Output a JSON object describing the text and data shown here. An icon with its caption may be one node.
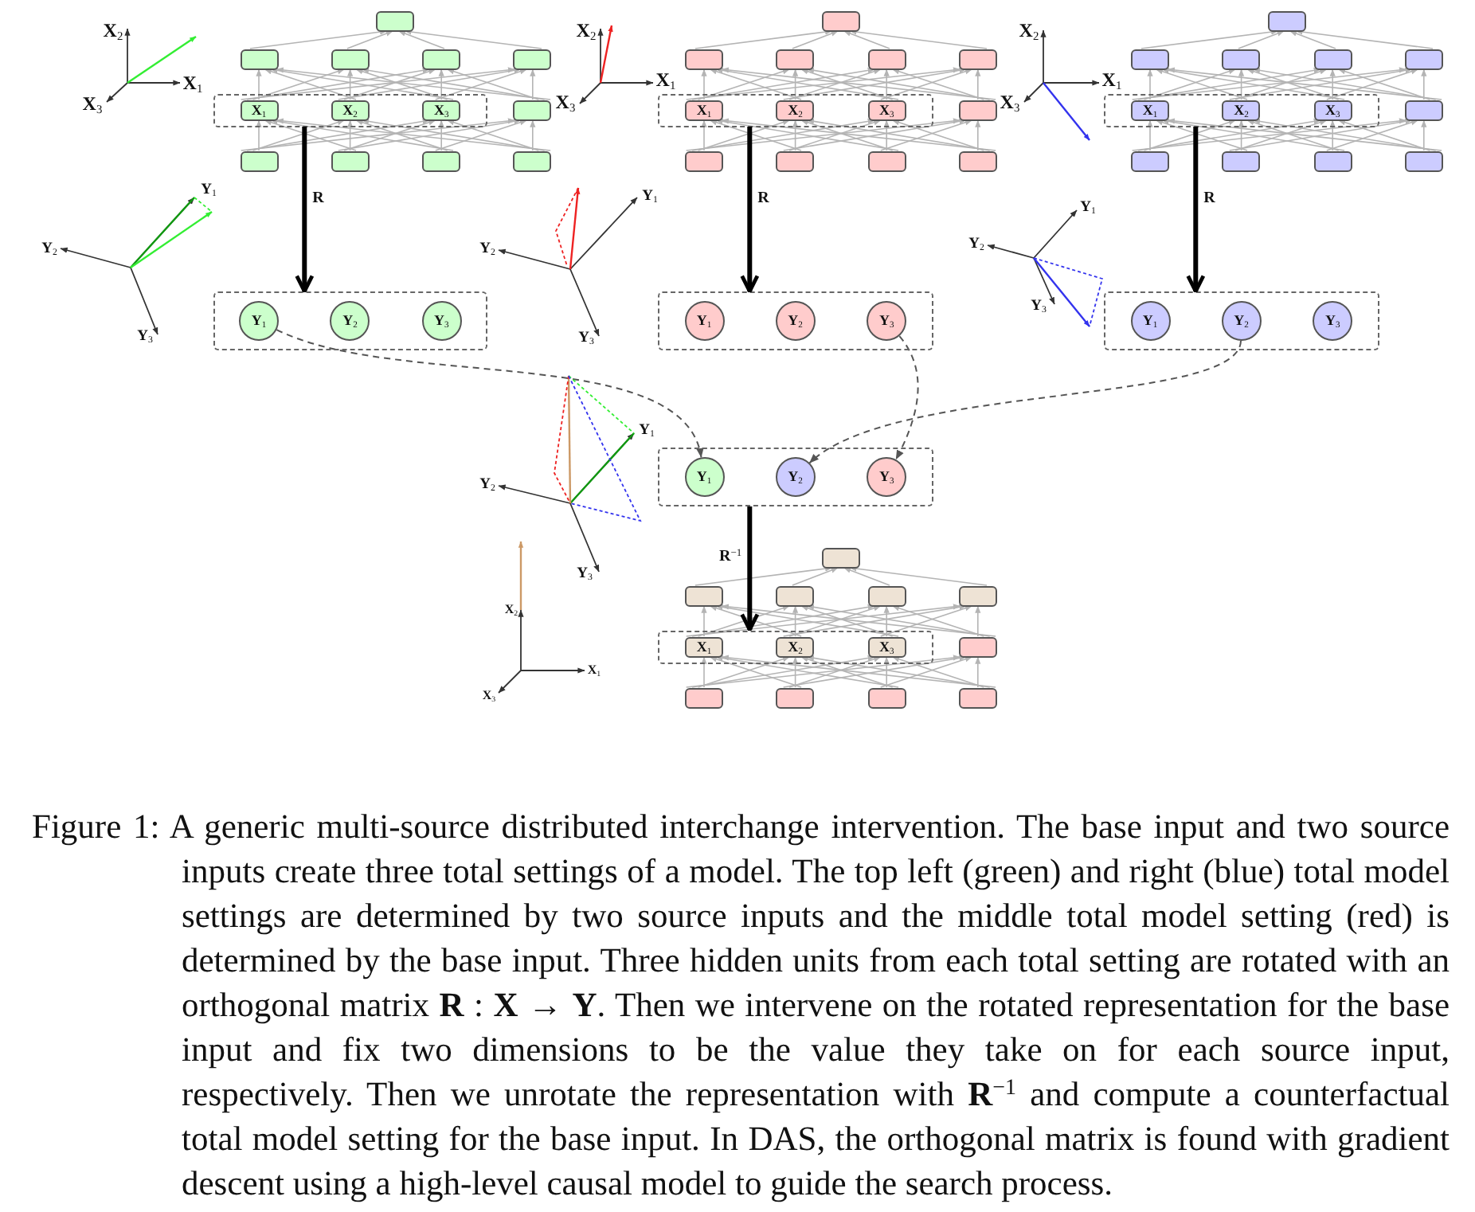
{
  "diagram": {
    "caption": "Figure 1: A generic multi-source distributed interchange intervention. The base input and two source inputs create three total settings of a model. The top left (green) and right (blue) total model settings are determined by two source inputs and the middle total model setting (red) is determined by the base input. Three hidden units from each total setting are rotated with an orthogonal matrix **R** : **X** → **Y**. Then we intervene on the rotated representation for the base input and fix two dimensions to be the value they take on for each source input, respectively. Then we unrotate the representation with **R**$^{−1}$ and compute a counterfactual total model setting for the base input. In DAS, the orthogonal matrix is found with gradient descent using a high-level causal model to guide the search process.",
    "nodes": [
      {
        "text": [],
        "shape": "box"
      },
      {
        "text": [],
        "shape": "box"
      },
      {
        "text": [],
        "shape": "box"
      },
      {
        "text": [],
        "shape": "box"
      },
      {
        "text": [],
        "shape": "box"
      },
      {
        "text": [],
        "shape": "box"
      },
      {
        "text": [
          "X$_{1}$"
        ],
        "in": 5
      },
      {
        "text": [
          "X$_{2}$"
        ],
        "in": 5
      },
      {
        "text": [
          "X$_{3}$"
        ],
        "in": 5
      },
      {
        "text": [],
        "shape": "box"
      },
      {
        "text": [],
        "shape": "box"
      },
      {
        "text": [],
        "shape": "box"
      },
      {
        "text": [],
        "shape": "box"
      },
      {
        "text": [],
        "shape": "box"
      },
      {
        "text": [],
        "shape": "box"
      },
      {
        "text": [
          "Y$_{1}$"
        ],
        "in": 14
      },
      {
        "text": [
          "Y$_{2}$"
        ],
        "in": 14
      },
      {
        "text": [
          "Y$_{3}$"
        ],
        "in": 14
      },
      {
        "text": [],
        "shape": "box"
      },
      {
        "text": [],
        "shape": "box"
      },
      {
        "text": [],
        "shape": "box"
      },
      {
        "text": [],
        "shape": "box"
      },
      {
        "text": [],
        "shape": "box"
      },
      {
        "text": [],
        "shape": "box"
      },
      {
        "text": [
          "X$_{1}$"
        ],
        "in": 23
      },
      {
        "text": [
          "X$_{2}$"
        ],
        "in": 23
      },
      {
        "text": [
          "X$_{3}$"
        ],
        "in": 23
      },
      {
        "text": [],
        "shape": "box"
      },
      {
        "text": [],
        "shape": "box"
      },
      {
        "text": [],
        "shape": "box"
      },
      {
        "text": [],
        "shape": "box"
      },
      {
        "text": [],
        "shape": "box"
      },
      {
        "text": [],
        "shape": "box"
      },
      {
        "text": [
          "Y$_{1}$"
        ],
        "in": 32
      },
      {
        "text": [
          "Y$_{2}$"
        ],
        "in": 32
      },
      {
        "text": [
          "Y$_{3}$"
        ],
        "in": 32
      },
      {
        "text": [],
        "shape": "box"
      },
      {
        "text": [],
        "shape": "box"
      },
      {
        "text": [],
        "shape": "box"
      },
      {
        "text": [],
        "shape": "box"
      },
      {
        "text": [],
        "shape": "box"
      },
      {
        "text": [],
        "shape": "box"
      },
      {
        "text": [
          "X$_{1}$"
        ],
        "in": 41
      },
      {
        "text": [
          "X$_{2}$"
        ],
        "in": 41
      },
      {
        "text": [
          "X$_{3}$"
        ],
        "in": 41
      },
      {
        "text": [],
        "shape": "box"
      },
      {
        "text": [],
        "shape": "box"
      },
      {
        "text": [],
        "shape": "box"
      },
      {
        "text": [],
        "shape": "box"
      },
      {
        "text": [],
        "shape": "box"
      },
      {
        "text": [],
        "shape": "box"
      },
      {
        "text": [
          "Y$_{1}$"
        ],
        "in": 50
      },
      {
        "text": [
          "Y$_{2}$"
        ],
        "in": 50
      },
      {
        "text": [
          "Y$_{3}$"
        ],
        "in": 50
      },
      {
        "text": [],
        "shape": "box"
      },
      {
        "text": [
          "Y$_{1}$"
        ],
        "in": 54
      },
      {
        "text": [
          "Y$_{2}$"
        ],
        "in": 54
      },
      {
        "text": [
          "Y$_{3}$"
        ],
        "in": 54
      },
      {
        "text": [],
        "shape": "box"
      },
      {
        "text": [],
        "shape": "box"
      },
      {
        "text": [],
        "shape": "box"
      },
      {
        "text": [],
        "shape": "box"
      },
      {
        "text": [],
        "shape": "box"
      },
      {
        "text": [],
        "shape": "box"
      },
      {
        "text": [
          "X$_{1}$"
        ],
        "in": 63
      },
      {
        "text": [
          "X$_{2}$"
        ],
        "in": 63
      },
      {
        "text": [
          "X$_{3}$"
        ],
        "in": 63
      },
      {
        "text": [],
        "shape": "box"
      },
      {
        "text": [],
        "shape": "box"
      },
      {
        "text": [],
        "shape": "box"
      },
      {
        "text": [],
        "shape": "box"
      },
      {
        "text": [],
        "shape": "box"
      }
    ],
    "edges": [
      {
        "from": 10,
        "to": 6,
        "arrow": "to"
      },
      {
        "from": 10,
        "to": 7,
        "arrow": "to"
      },
      {
        "from": 10,
        "to": 8,
        "arrow": "to"
      },
      {
        "from": 10,
        "to": 9,
        "arrow": "to"
      },
      {
        "from": 11,
        "to": 6,
        "arrow": "to"
      },
      {
        "from": 11,
        "to": 7,
        "arrow": "to"
      },
      {
        "from": 11,
        "to": 8,
        "arrow": "to"
      },
      {
        "from": 11,
        "to": 9,
        "arrow": "to"
      },
      {
        "from": 12,
        "to": 6,
        "arrow": "to"
      },
      {
        "from": 12,
        "to": 7,
        "arrow": "to"
      },
      {
        "from": 12,
        "to": 8,
        "arrow": "to"
      },
      {
        "from": 12,
        "to": 9,
        "arrow": "to"
      },
      {
        "from": 13,
        "to": 6,
        "arrow": "to"
      },
      {
        "from": 13,
        "to": 7,
        "arrow": "to"
      },
      {
        "from": 13,
        "to": 8,
        "arrow": "to"
      },
      {
        "from": 13,
        "to": 9,
        "arrow": "to"
      },
      {
        "from": 6,
        "to": 1,
        "arrow": "to"
      },
      {
        "from": 6,
        "to": 2,
        "arrow": "to"
      },
      {
        "from": 6,
        "to": 3,
        "arrow": "to"
      },
      {
        "from": 6,
        "to": 4,
        "arrow": "to"
      },
      {
        "from": 7,
        "to": 1,
        "arrow": "to"
      },
      {
        "from": 7,
        "to": 2,
        "arrow": "to"
      },
      {
        "from": 7,
        "to": 3,
        "arrow": "to"
      },
      {
        "from": 7,
        "to": 4,
        "arrow": "to"
      },
      {
        "from": 8,
        "to": 1,
        "arrow": "to"
      },
      {
        "from": 8,
        "to": 2,
        "arrow": "to"
      },
      {
        "from": 8,
        "to": 3,
        "arrow": "to"
      },
      {
        "from": 8,
        "to": 4,
        "arrow": "to"
      },
      {
        "from": 9,
        "to": 1,
        "arrow": "to"
      },
      {
        "from": 9,
        "to": 2,
        "arrow": "to"
      },
      {
        "from": 9,
        "to": 3,
        "arrow": "to"
      },
      {
        "from": 9,
        "to": 4,
        "arrow": "to"
      },
      {
        "from": 1,
        "to": 0,
        "arrow": "to"
      },
      {
        "from": 2,
        "to": 0,
        "arrow": "to"
      },
      {
        "from": 3,
        "to": 0,
        "arrow": "to"
      },
      {
        "from": 4,
        "to": 0,
        "arrow": "to"
      },
      {
        "from": 5,
        "to": 14,
        "arrow": "to",
        "label": "R",
        "style": "thick",
        "color": "#000000"
      },
      {
        "from": 28,
        "to": 24,
        "arrow": "to"
      },
      {
        "from": 28,
        "to": 25,
        "arrow": "to"
      },
      {
        "from": 28,
        "to": 26,
        "arrow": "to"
      },
      {
        "from": 28,
        "to": 27,
        "arrow": "to"
      },
      {
        "from": 29,
        "to": 24,
        "arrow": "to"
      },
      {
        "from": 29,
        "to": 25,
        "arrow": "to"
      },
      {
        "from": 29,
        "to": 26,
        "arrow": "to"
      },
      {
        "from": 29,
        "to": 27,
        "arrow": "to"
      },
      {
        "from": 30,
        "to": 24,
        "arrow": "to"
      },
      {
        "from": 30,
        "to": 25,
        "arrow": "to"
      },
      {
        "from": 30,
        "to": 26,
        "arrow": "to"
      },
      {
        "from": 30,
        "to": 27,
        "arrow": "to"
      },
      {
        "from": 31,
        "to": 24,
        "arrow": "to"
      },
      {
        "from": 31,
        "to": 25,
        "arrow": "to"
      },
      {
        "from": 31,
        "to": 26,
        "arrow": "to"
      },
      {
        "from": 31,
        "to": 27,
        "arrow": "to"
      },
      {
        "from": 24,
        "to": 19,
        "arrow": "to"
      },
      {
        "from": 24,
        "to": 20,
        "arrow": "to"
      },
      {
        "from": 24,
        "to": 21,
        "arrow": "to"
      },
      {
        "from": 24,
        "to": 22,
        "arrow": "to"
      },
      {
        "from": 25,
        "to": 19,
        "arrow": "to"
      },
      {
        "from": 25,
        "to": 20,
        "arrow": "to"
      },
      {
        "from": 25,
        "to": 21,
        "arrow": "to"
      },
      {
        "from": 25,
        "to": 22,
        "arrow": "to"
      },
      {
        "from": 26,
        "to": 19,
        "arrow": "to"
      },
      {
        "from": 26,
        "to": 20,
        "arrow": "to"
      },
      {
        "from": 26,
        "to": 21,
        "arrow": "to"
      },
      {
        "from": 26,
        "to": 22,
        "arrow": "to"
      },
      {
        "from": 27,
        "to": 19,
        "arrow": "to"
      },
      {
        "from": 27,
        "to": 20,
        "arrow": "to"
      },
      {
        "from": 27,
        "to": 21,
        "arrow": "to"
      },
      {
        "from": 27,
        "to": 22,
        "arrow": "to"
      },
      {
        "from": 19,
        "to": 18,
        "arrow": "to"
      },
      {
        "from": 20,
        "to": 18,
        "arrow": "to"
      },
      {
        "from": 21,
        "to": 18,
        "arrow": "to"
      },
      {
        "from": 22,
        "to": 18,
        "arrow": "to"
      },
      {
        "from": 23,
        "to": 32,
        "arrow": "to",
        "label": "R",
        "style": "thick",
        "color": "#000000"
      },
      {
        "from": 46,
        "to": 42,
        "arrow": "to"
      },
      {
        "from": 46,
        "to": 43,
        "arrow": "to"
      },
      {
        "from": 46,
        "to": 44,
        "arrow": "to"
      },
      {
        "from": 46,
        "to": 45,
        "arrow": "to"
      },
      {
        "from": 47,
        "to": 42,
        "arrow": "to"
      },
      {
        "from": 47,
        "to": 43,
        "arrow": "to"
      },
      {
        "from": 47,
        "to": 44,
        "arrow": "to"
      },
      {
        "from": 47,
        "to": 45,
        "arrow": "to"
      },
      {
        "from": 48,
        "to": 42,
        "arrow": "to"
      },
      {
        "from": 48,
        "to": 43,
        "arrow": "to"
      },
      {
        "from": 48,
        "to": 44,
        "arrow": "to"
      },
      {
        "from": 48,
        "to": 45,
        "arrow": "to"
      },
      {
        "from": 49,
        "to": 42,
        "arrow": "to"
      },
      {
        "from": 49,
        "to": 43,
        "arrow": "to"
      },
      {
        "from": 49,
        "to": 44,
        "arrow": "to"
      },
      {
        "from": 49,
        "to": 45,
        "arrow": "to"
      },
      {
        "from": 42,
        "to": 37,
        "arrow": "to"
      },
      {
        "from": 42,
        "to": 38,
        "arrow": "to"
      },
      {
        "from": 42,
        "to": 39,
        "arrow": "to"
      },
      {
        "from": 42,
        "to": 40,
        "arrow": "to"
      },
      {
        "from": 43,
        "to": 37,
        "arrow": "to"
      },
      {
        "from": 43,
        "to": 38,
        "arrow": "to"
      },
      {
        "from": 43,
        "to": 39,
        "arrow": "to"
      },
      {
        "from": 43,
        "to": 40,
        "arrow": "to"
      },
      {
        "from": 44,
        "to": 37,
        "arrow": "to"
      },
      {
        "from": 44,
        "to": 38,
        "arrow": "to"
      },
      {
        "from": 44,
        "to": 39,
        "arrow": "to"
      },
      {
        "from": 44,
        "to": 40,
        "arrow": "to"
      },
      {
        "from": 45,
        "to": 37,
        "arrow": "to"
      },
      {
        "from": 45,
        "to": 38,
        "arrow": "to"
      },
      {
        "from": 45,
        "to": 39,
        "arrow": "to"
      },
      {
        "from": 45,
        "to": 40,
        "arrow": "to"
      },
      {
        "from": 37,
        "to": 36,
        "arrow": "to"
      },
      {
        "from": 38,
        "to": 36,
        "arrow": "to"
      },
      {
        "from": 39,
        "to": 36,
        "arrow": "to"
      },
      {
        "from": 40,
        "to": 36,
        "arrow": "to"
      },
      {
        "from": 41,
        "to": 50,
        "arrow": "to",
        "label": "R",
        "style": "thick",
        "color": "#000000"
      },
      {
        "from": 15,
        "to": 55,
        "arrow": "to",
        "style": "dashed",
        "color": "#555555"
      },
      {
        "from": 35,
        "to": 57,
        "arrow": "to",
        "style": "dashed",
        "color": "#555555"
      },
      {
        "from": 52,
        "to": 56,
        "arrow": "to",
        "style": "dashed",
        "color": "#555555"
      },
      {
        "from": 54,
        "to": 63,
        "arrow": "to",
        "label": "R$^{−1}$",
        "style": "thick",
        "color": "#000000"
      },
      {
        "from": 68,
        "to": 64,
        "arrow": "to"
      },
      {
        "from": 68,
        "to": 65,
        "arrow": "to"
      },
      {
        "from": 68,
        "to": 66,
        "arrow": "to"
      },
      {
        "from": 68,
        "to": 67,
        "arrow": "to"
      },
      {
        "from": 69,
        "to": 64,
        "arrow": "to"
      },
      {
        "from": 69,
        "to": 65,
        "arrow": "to"
      },
      {
        "from": 69,
        "to": 66,
        "arrow": "to"
      },
      {
        "from": 69,
        "to": 67,
        "arrow": "to"
      },
      {
        "from": 70,
        "to": 64,
        "arrow": "to"
      },
      {
        "from": 70,
        "to": 65,
        "arrow": "to"
      },
      {
        "from": 70,
        "to": 66,
        "arrow": "to"
      },
      {
        "from": 70,
        "to": 67,
        "arrow": "to"
      },
      {
        "from": 71,
        "to": 64,
        "arrow": "to"
      },
      {
        "from": 71,
        "to": 65,
        "arrow": "to"
      },
      {
        "from": 71,
        "to": 66,
        "arrow": "to"
      },
      {
        "from": 71,
        "to": 67,
        "arrow": "to"
      },
      {
        "from": 64,
        "to": 59,
        "arrow": "to"
      },
      {
        "from": 64,
        "to": 60,
        "arrow": "to"
      },
      {
        "from": 64,
        "to": 61,
        "arrow": "to"
      },
      {
        "from": 64,
        "to": 62,
        "arrow": "to"
      },
      {
        "from": 65,
        "to": 59,
        "arrow": "to"
      },
      {
        "from": 65,
        "to": 60,
        "arrow": "to"
      },
      {
        "from": 65,
        "to": 61,
        "arrow": "to"
      },
      {
        "from": 65,
        "to": 62,
        "arrow": "to"
      },
      {
        "from": 66,
        "to": 59,
        "arrow": "to"
      },
      {
        "from": 66,
        "to": 60,
        "arrow": "to"
      },
      {
        "from": 66,
        "to": 61,
        "arrow": "to"
      },
      {
        "from": 66,
        "to": 62,
        "arrow": "to"
      },
      {
        "from": 67,
        "to": 59,
        "arrow": "to"
      },
      {
        "from": 67,
        "to": 60,
        "arrow": "to"
      },
      {
        "from": 67,
        "to": 61,
        "arrow": "to"
      },
      {
        "from": 67,
        "to": 62,
        "arrow": "to"
      },
      {
        "from": 59,
        "to": 58,
        "arrow": "to"
      },
      {
        "from": 60,
        "to": 58,
        "arrow": "to"
      },
      {
        "from": 61,
        "to": 58,
        "arrow": "to"
      },
      {
        "from": 62,
        "to": 58,
        "arrow": "to"
      }
    ],
    "labels": [
      "X$_{2}$",
      "X$_{1}$",
      "X$_{3}$",
      "X$_{2}$",
      "X$_{1}$",
      "X$_{3}$",
      "X$_{2}$",
      "X$_{1}$",
      "X$_{3}$",
      "Y$_{1}$",
      "Y$_{2}$",
      "Y$_{3}$",
      "Y$_{1}$",
      "Y$_{2}$",
      "Y$_{3}$",
      "Y$_{1}$",
      "Y$_{2}$",
      "Y$_{3}$",
      "Y$_{1}$",
      "Y$_{2}$",
      "Y$_{3}$",
      "X$_{2}$",
      "X$_{1}$",
      "X$_{3}$"
    ]
  }
}
